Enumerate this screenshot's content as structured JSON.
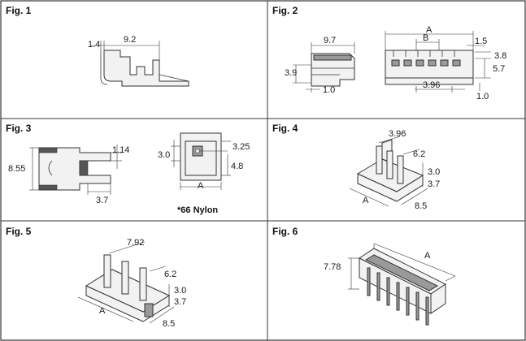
{
  "figures": [
    {
      "title": "Fig. 1",
      "dims": [
        "1.4",
        "9.2"
      ]
    },
    {
      "title": "Fig. 2",
      "dims": [
        "9.7",
        "3.9",
        "1.0",
        "A",
        "B",
        "1.5",
        "3.8",
        "5.7",
        "3.96",
        "1.0"
      ]
    },
    {
      "title": "Fig. 3",
      "dims": [
        "1.14",
        "8.55",
        "3.7",
        "3.0",
        "3.25",
        "4.8",
        "A"
      ],
      "note": "*66 Nylon"
    },
    {
      "title": "Fig. 4",
      "dims": [
        "3.96",
        "6.2",
        "3.0",
        "3.7",
        "A",
        "8.5"
      ]
    },
    {
      "title": "Fig. 5",
      "dims": [
        "7.92",
        "6.2",
        "3.0",
        "3.7",
        "A",
        "8.5"
      ]
    },
    {
      "title": "Fig. 6",
      "dims": [
        "A",
        "7.78"
      ]
    }
  ],
  "colors": {
    "border": "#333333",
    "part_fill": "#f2f2f2",
    "part_dark": "#9a9a9a"
  }
}
